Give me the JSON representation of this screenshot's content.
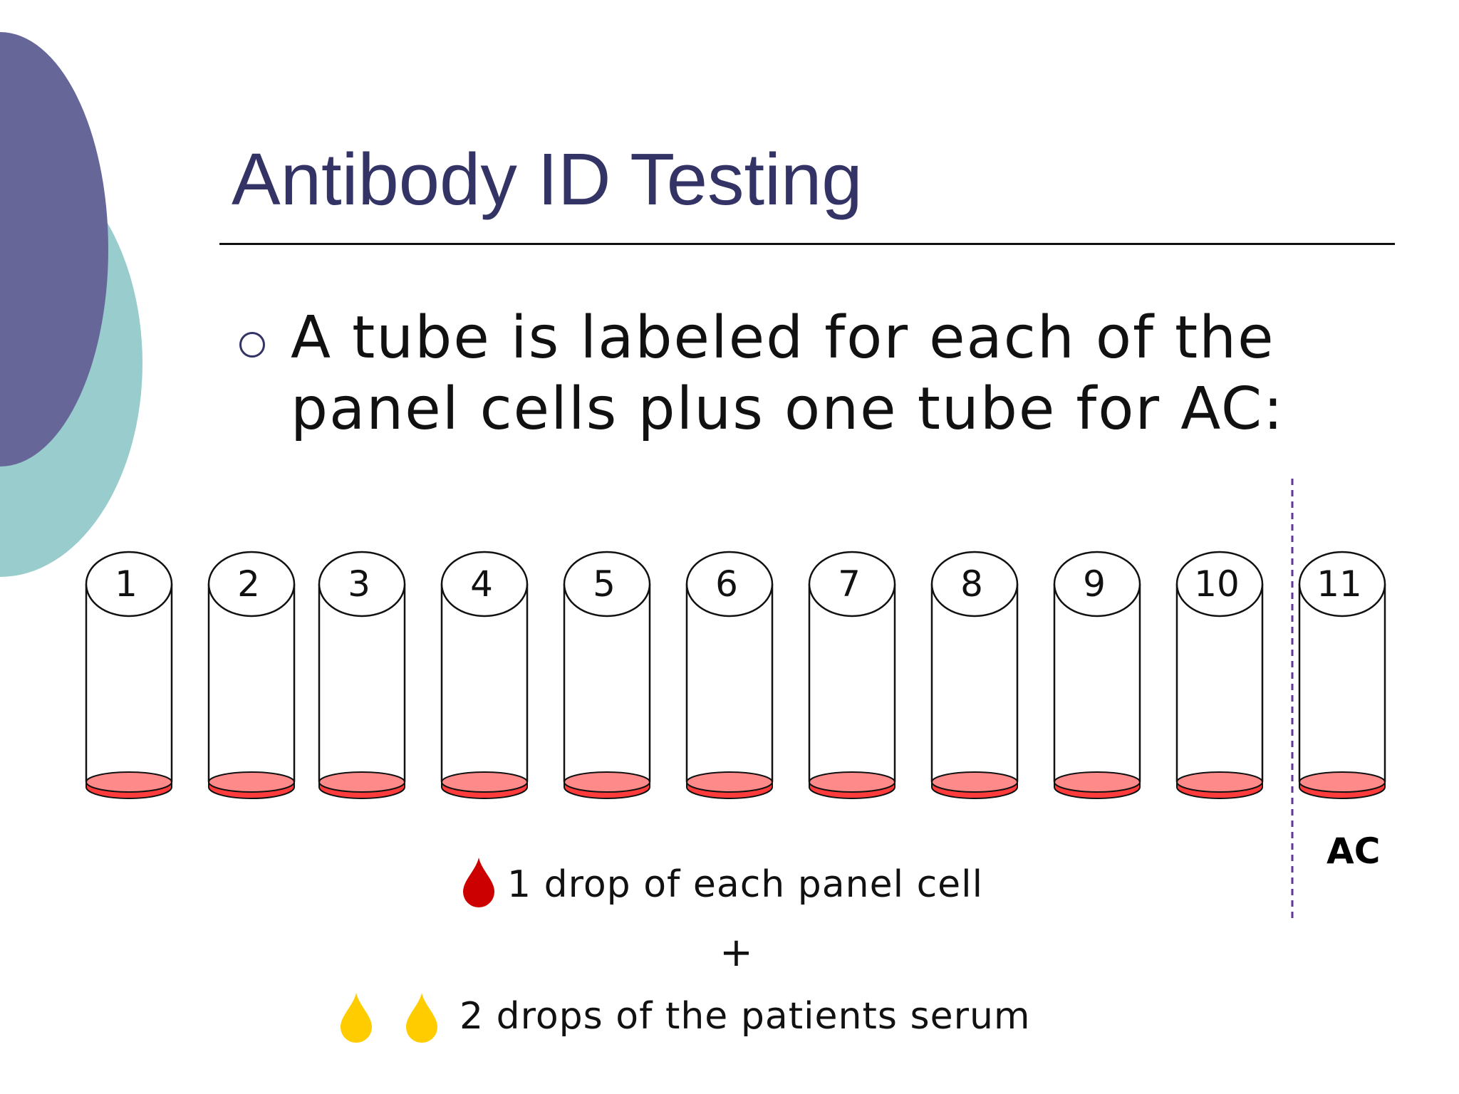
{
  "slide": {
    "title": "Antibody ID Testing",
    "bullet": "A tube is labeled for each of the panel cells plus one tube for AC:"
  },
  "tubes": {
    "labels": [
      "1",
      "2",
      "3",
      "4",
      "5",
      "6",
      "7",
      "8",
      "9",
      "10",
      "11"
    ],
    "separator_label": "AC",
    "liquid_color": "#ff3b3b",
    "liquid_top_color": "#ff8a8a"
  },
  "legend": {
    "cell_drop_text": "1 drop of each panel cell",
    "plus": "+",
    "serum_drops_text": "2 drops of the patients serum",
    "cell_drop_color": "#cc0000",
    "serum_drop_color": "#ffcc00",
    "serum_drop_count": 2
  },
  "colors": {
    "title": "#333366",
    "circle_dark": "#666699",
    "circle_light": "#99cccc",
    "separator": "#663399"
  }
}
